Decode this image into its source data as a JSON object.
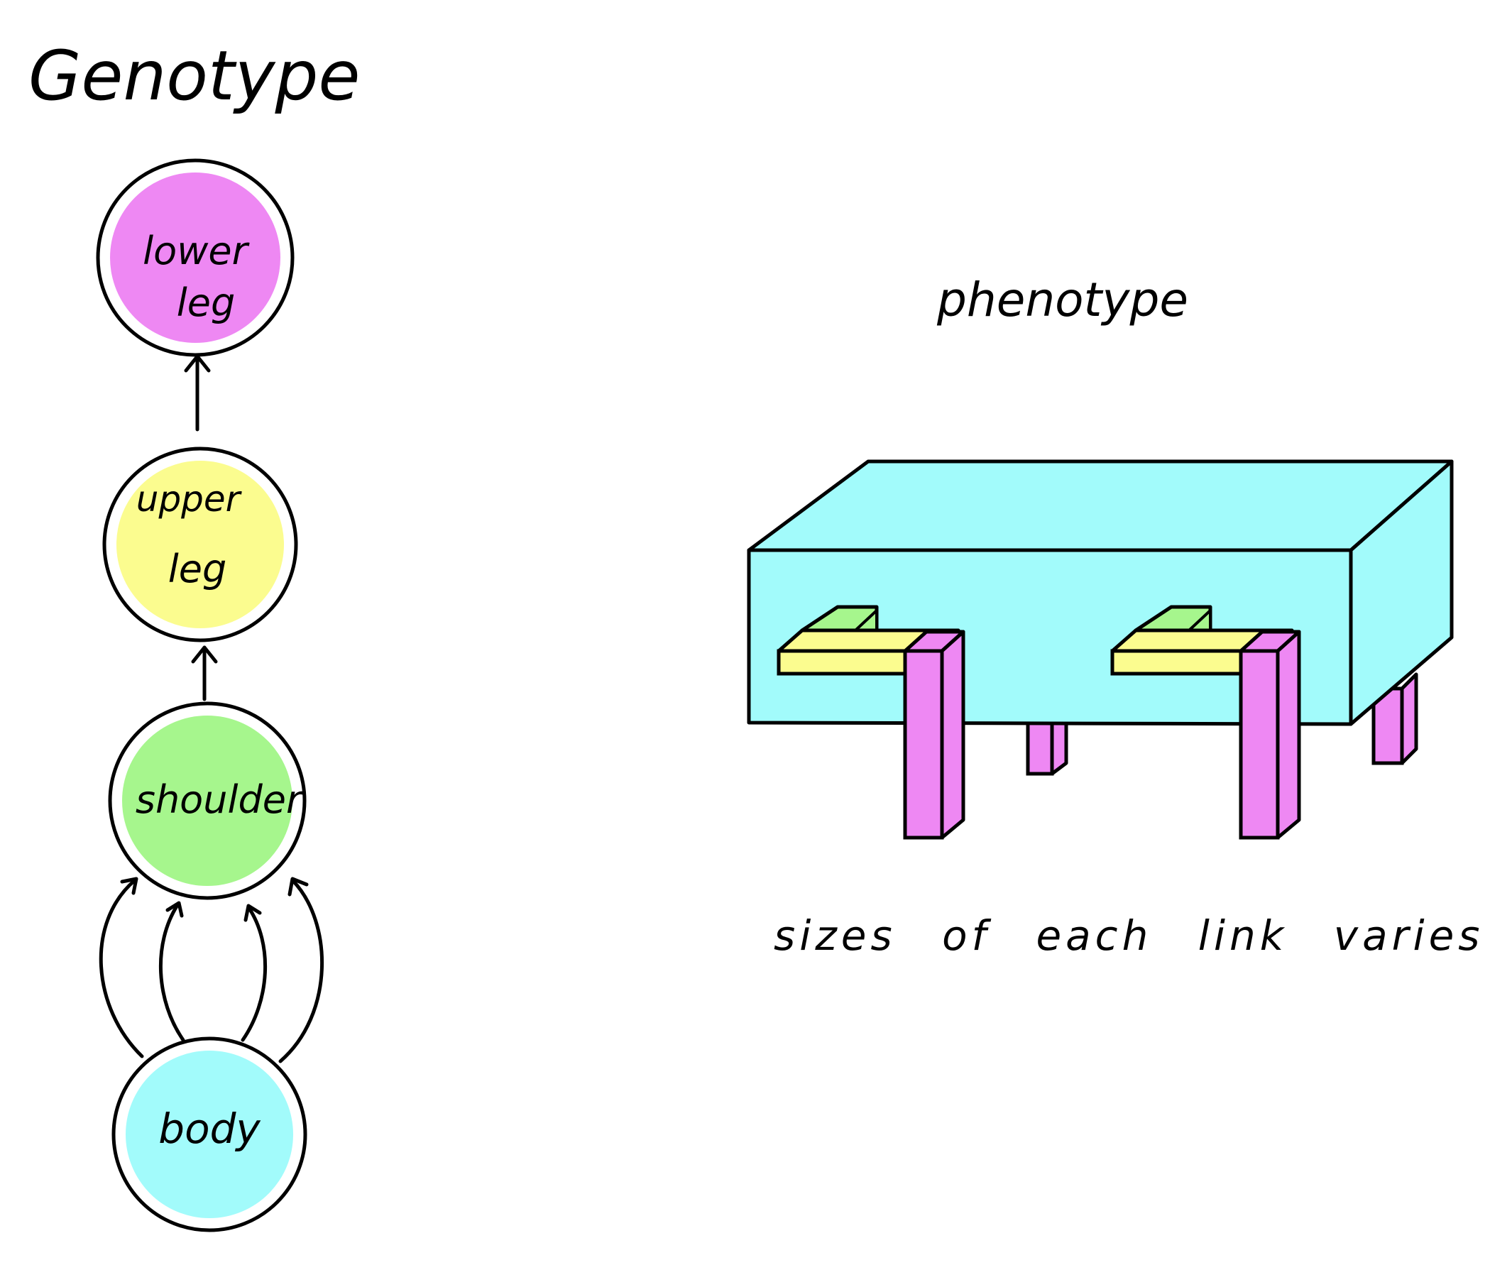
{
  "genotype": {
    "title": "Genotype",
    "nodes": [
      {
        "id": "lower_leg",
        "lines": [
          "lower",
          "leg"
        ],
        "color": "#ee88f3"
      },
      {
        "id": "upper_leg",
        "lines": [
          "upper",
          "leg"
        ],
        "color": "#fbfc8f"
      },
      {
        "id": "shoulder",
        "lines": [
          "shoulder"
        ],
        "color": "#a6f68d"
      },
      {
        "id": "body",
        "lines": [
          "body"
        ],
        "color": "#a2fbfb"
      }
    ],
    "edges": [
      {
        "from": "upper_leg",
        "to": "lower_leg",
        "count": 1
      },
      {
        "from": "shoulder",
        "to": "upper_leg",
        "count": 1
      },
      {
        "from": "body",
        "to": "shoulder",
        "count": 4
      }
    ]
  },
  "phenotype": {
    "title": "phenotype",
    "caption": "sizes of each link varies",
    "colors": {
      "body": "#a2fbfb",
      "shoulder": "#a6f68d",
      "upper_leg": "#fbfc8f",
      "lower_leg": "#ee88f3"
    }
  }
}
